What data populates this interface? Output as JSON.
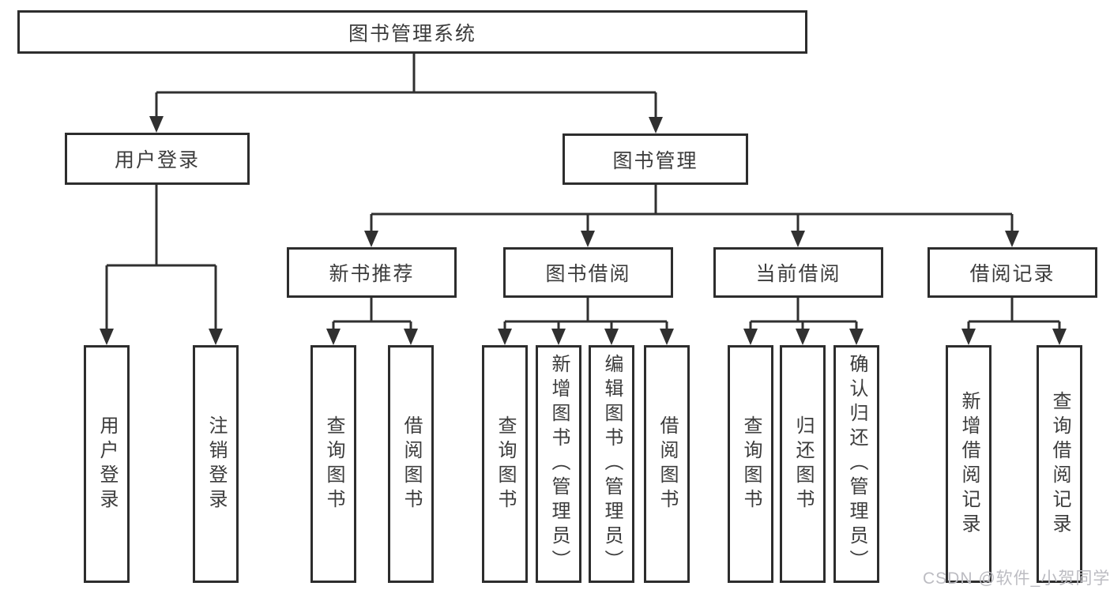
{
  "title": "图书管理系统",
  "watermark": "CSDN @软件_小贺同学",
  "colors": {
    "background": "#ffffff",
    "box_fill": "#ffffff",
    "box_border": "#2d2d2d",
    "connector_line": "#303030",
    "text": "#3c3c3c",
    "watermark_text": "#bcbcc2"
  },
  "nodes": {
    "root": "图书管理系统",
    "user_login": "用户登录",
    "book_management": "图书管理",
    "new_book_rec": "新书推荐",
    "book_borrow": "图书借阅",
    "current_borrow": "当前借阅",
    "borrow_records": "借阅记录",
    "leaf_user_login": "用户登录",
    "leaf_logout": "注销登录",
    "leaf_rec_query": "查询图书",
    "leaf_rec_borrow": "借阅图书",
    "leaf_bb_query": "查询图书",
    "leaf_bb_add": "新增图书（管理员）",
    "leaf_bb_edit": "编辑图书（管理员）",
    "leaf_bb_borrow": "借阅图书",
    "leaf_cb_query": "查询图书",
    "leaf_cb_return": "归还图书",
    "leaf_cb_confirm": "确认归还（管理员）",
    "leaf_br_add": "新增借阅记录",
    "leaf_br_query": "查询借阅记录"
  },
  "hierarchy": {
    "图书管理系统": [
      "用户登录",
      "图书管理"
    ],
    "用户登录": [
      "用户登录",
      "注销登录"
    ],
    "图书管理": [
      "新书推荐",
      "图书借阅",
      "当前借阅",
      "借阅记录"
    ],
    "新书推荐": [
      "查询图书",
      "借阅图书"
    ],
    "图书借阅": [
      "查询图书",
      "新增图书（管理员）",
      "编辑图书（管理员）",
      "借阅图书"
    ],
    "当前借阅": [
      "查询图书",
      "归还图书",
      "确认归还（管理员）"
    ],
    "借阅记录": [
      "新增借阅记录",
      "查询借阅记录"
    ]
  }
}
